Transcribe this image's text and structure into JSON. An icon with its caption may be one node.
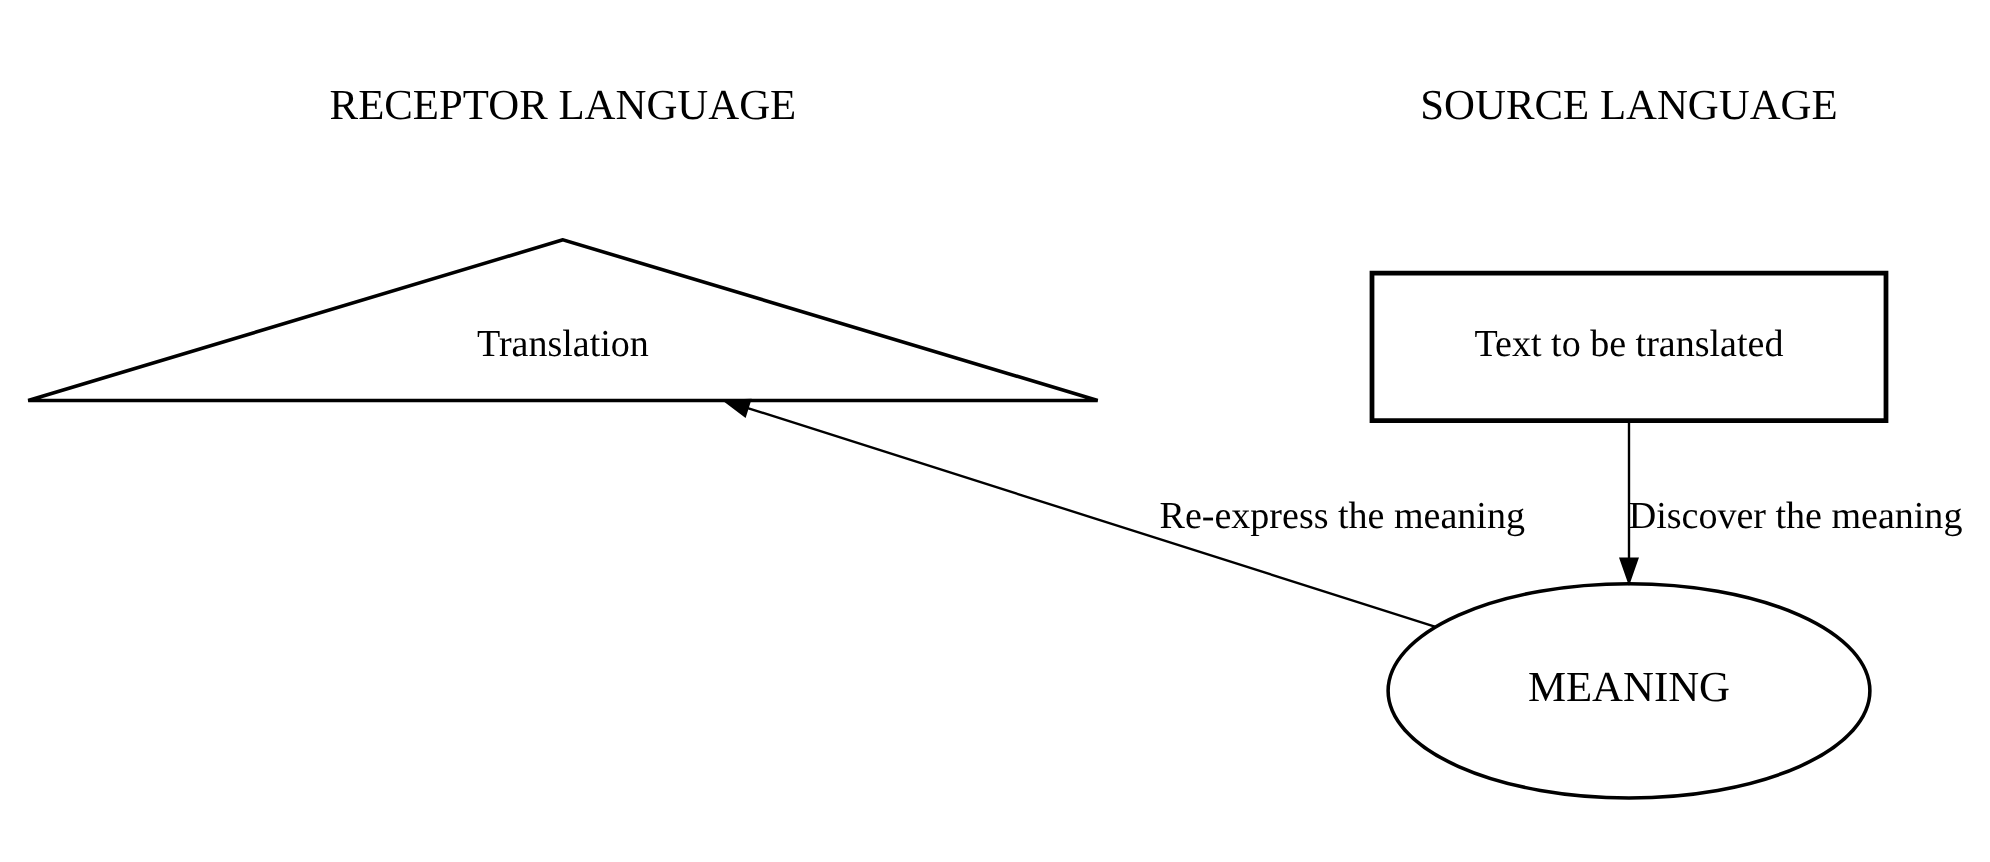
{
  "diagram": {
    "nodes": [
      {
        "text": [
          "Text to be translated"
        ]
      },
      {
        "text": [
          "MEANING"
        ]
      },
      {
        "text": [
          "Translation"
        ]
      }
    ],
    "edges": [
      {
        "from": 0,
        "to": 1,
        "arrow": "to",
        "label": "Discover the meaning"
      },
      {
        "from": 1,
        "to": 2,
        "arrow": "to",
        "label": "Re-express the meaning"
      }
    ],
    "labels": [
      "SOURCE LANGUAGE",
      "RECEPTOR LANGUAGE"
    ]
  }
}
